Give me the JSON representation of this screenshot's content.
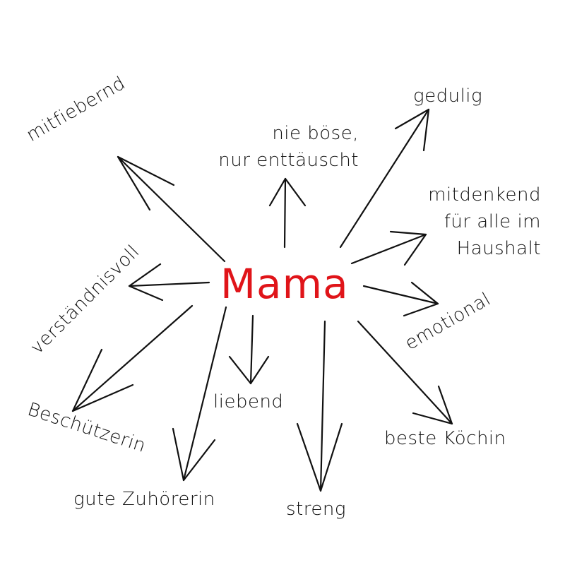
{
  "diagram": {
    "type": "mind-map",
    "center": {
      "label": "Mama",
      "color": "#e01419"
    },
    "line_color": "#111111",
    "nodes": [
      {
        "id": "mitfiebernd",
        "label": "mitfiebernd",
        "rotation_deg": -30
      },
      {
        "id": "nie-boese",
        "label_line1": "nie böse,",
        "label_line2": "nur enttäuscht"
      },
      {
        "id": "gedulig",
        "label": "gedulig"
      },
      {
        "id": "mitdenkend",
        "label_line1": "mitdenkend",
        "label_line2": "für alle im",
        "label_line3": "Haushalt"
      },
      {
        "id": "verstaendnisvoll",
        "label": "verständnisvoll",
        "rotation_deg": -45
      },
      {
        "id": "emotional",
        "label": "emotional",
        "rotation_deg": -30
      },
      {
        "id": "beschuetzerin",
        "label": "Beschützerin",
        "rotation_deg": 18
      },
      {
        "id": "liebend",
        "label": "liebend"
      },
      {
        "id": "beste-koechin",
        "label": "beste Köchin"
      },
      {
        "id": "gute-zuhoererin",
        "label": "gute Zuhörerin"
      },
      {
        "id": "streng",
        "label": "streng"
      }
    ]
  }
}
